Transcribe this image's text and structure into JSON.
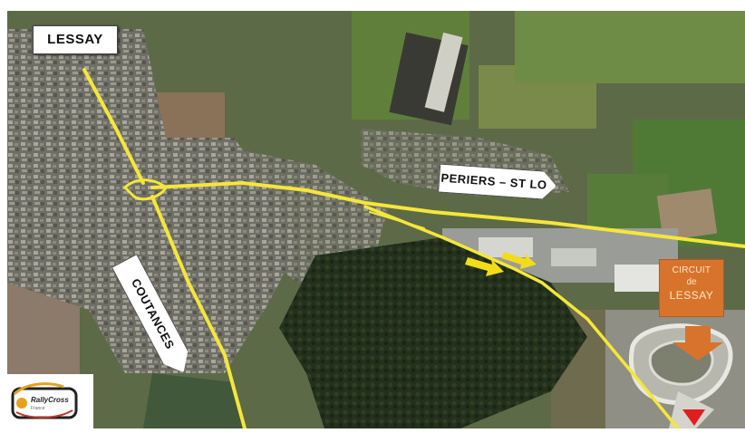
{
  "map": {
    "labels": {
      "lessay": "LESSAY",
      "periers": "PERIERS – ST LO",
      "coutances": "COUTANCES"
    },
    "circuit": {
      "line1": "CIRCUIT",
      "line2": "de",
      "line3": "LESSAY"
    },
    "logo": {
      "brand": "RallyCross",
      "sub": "France"
    },
    "colors": {
      "road": "#f5e63a",
      "circuit_sign": "#d8732c",
      "accent_arrow": "#f2dc1a"
    },
    "icons": [
      "arrow-right-icon",
      "arrow-down-icon",
      "rallycross-logo"
    ]
  }
}
